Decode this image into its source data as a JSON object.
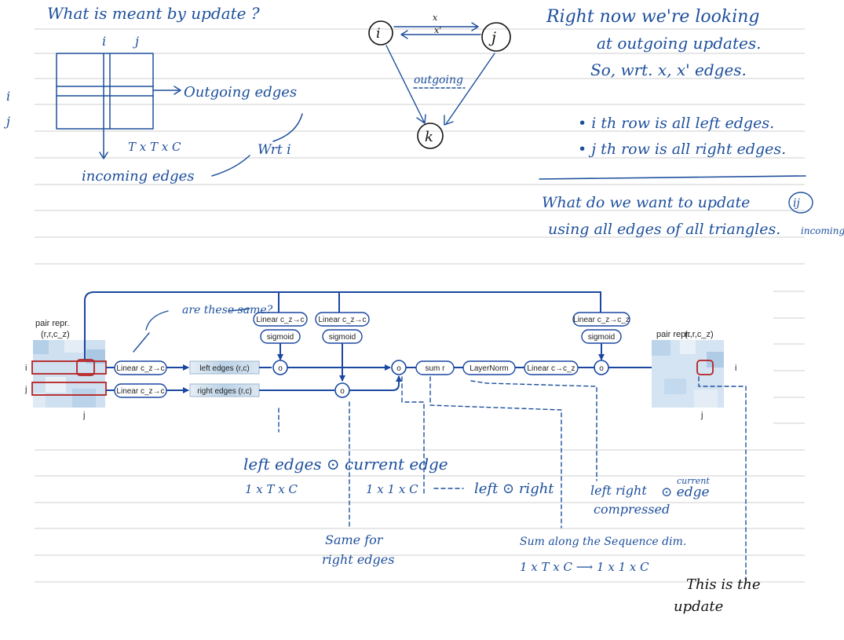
{
  "notes_top": {
    "question": "What is meant by update ?",
    "grid_col_labels": [
      "i",
      "j"
    ],
    "grid_row_labels": [
      "i",
      "j"
    ],
    "outgoing_edges": "Outgoing edges",
    "grid_dims": "T x T x C",
    "incoming_edges": "incoming edges",
    "wrt_i": "Wrt i",
    "node_i": "i",
    "node_j": "j",
    "node_k": "k",
    "edge_x": "x",
    "edge_x_prime": "x'",
    "outgoing": "outgoing",
    "right_note_1": "Right now we're looking",
    "right_note_2": "at outgoing updates.",
    "right_note_3": "So, wrt. x, x' edges.",
    "bullet_1": "• i th row is all left edges.",
    "bullet_2": "• j th row is all right edges.",
    "want_1": "What do we want to update",
    "want_ij": "ij",
    "want_2": "using all edges of all triangles.",
    "incoming_small": "incoming"
  },
  "diagram": {
    "pair_in_title": "pair repr.",
    "pair_in_dims": "(r,r,c_z)",
    "pair_out_title": "pair repr.",
    "pair_out_dims": "(r,r,c_z)",
    "row_i": "i",
    "row_j": "j",
    "col_j": "j",
    "out_i": "i",
    "out_j": "j",
    "linear_i": "Linear c_z→c",
    "linear_j": "Linear c_z→c",
    "left_edges": "left edges (r,c)",
    "right_edges": "right edges (r,c)",
    "gate1_linear": "Linear c_z→c",
    "gate1_sigmoid": "sigmoid",
    "gate2_linear": "Linear c_z→c",
    "gate2_sigmoid": "sigmoid",
    "gate3_linear": "Linear c_z→c_z",
    "gate3_sigmoid": "sigmoid",
    "sum_r": "sum r",
    "layernorm": "LayerNorm",
    "linear_out": "Linear c→c_z",
    "op": "o",
    "are_these_same": "are these same?"
  },
  "notes_bottom": {
    "left_edges_current": "left edges ⊙ current edge",
    "dims_1": "1 x T x C",
    "dims_2": "1 x 1 x C",
    "left_right": "left ⊙ right",
    "lr_compressed_1": "left right",
    "lr_compressed_2": "compressed",
    "current_edge_1": "current",
    "current_edge_2": "⊙ edge",
    "same_for_1": "Same for",
    "same_for_2": "right edges",
    "sum_along": "Sum along the Sequence dim.",
    "sum_dims": "1 x T x C ⟶ 1 x 1 x C",
    "update_1": "This is the",
    "update_2": "update"
  }
}
